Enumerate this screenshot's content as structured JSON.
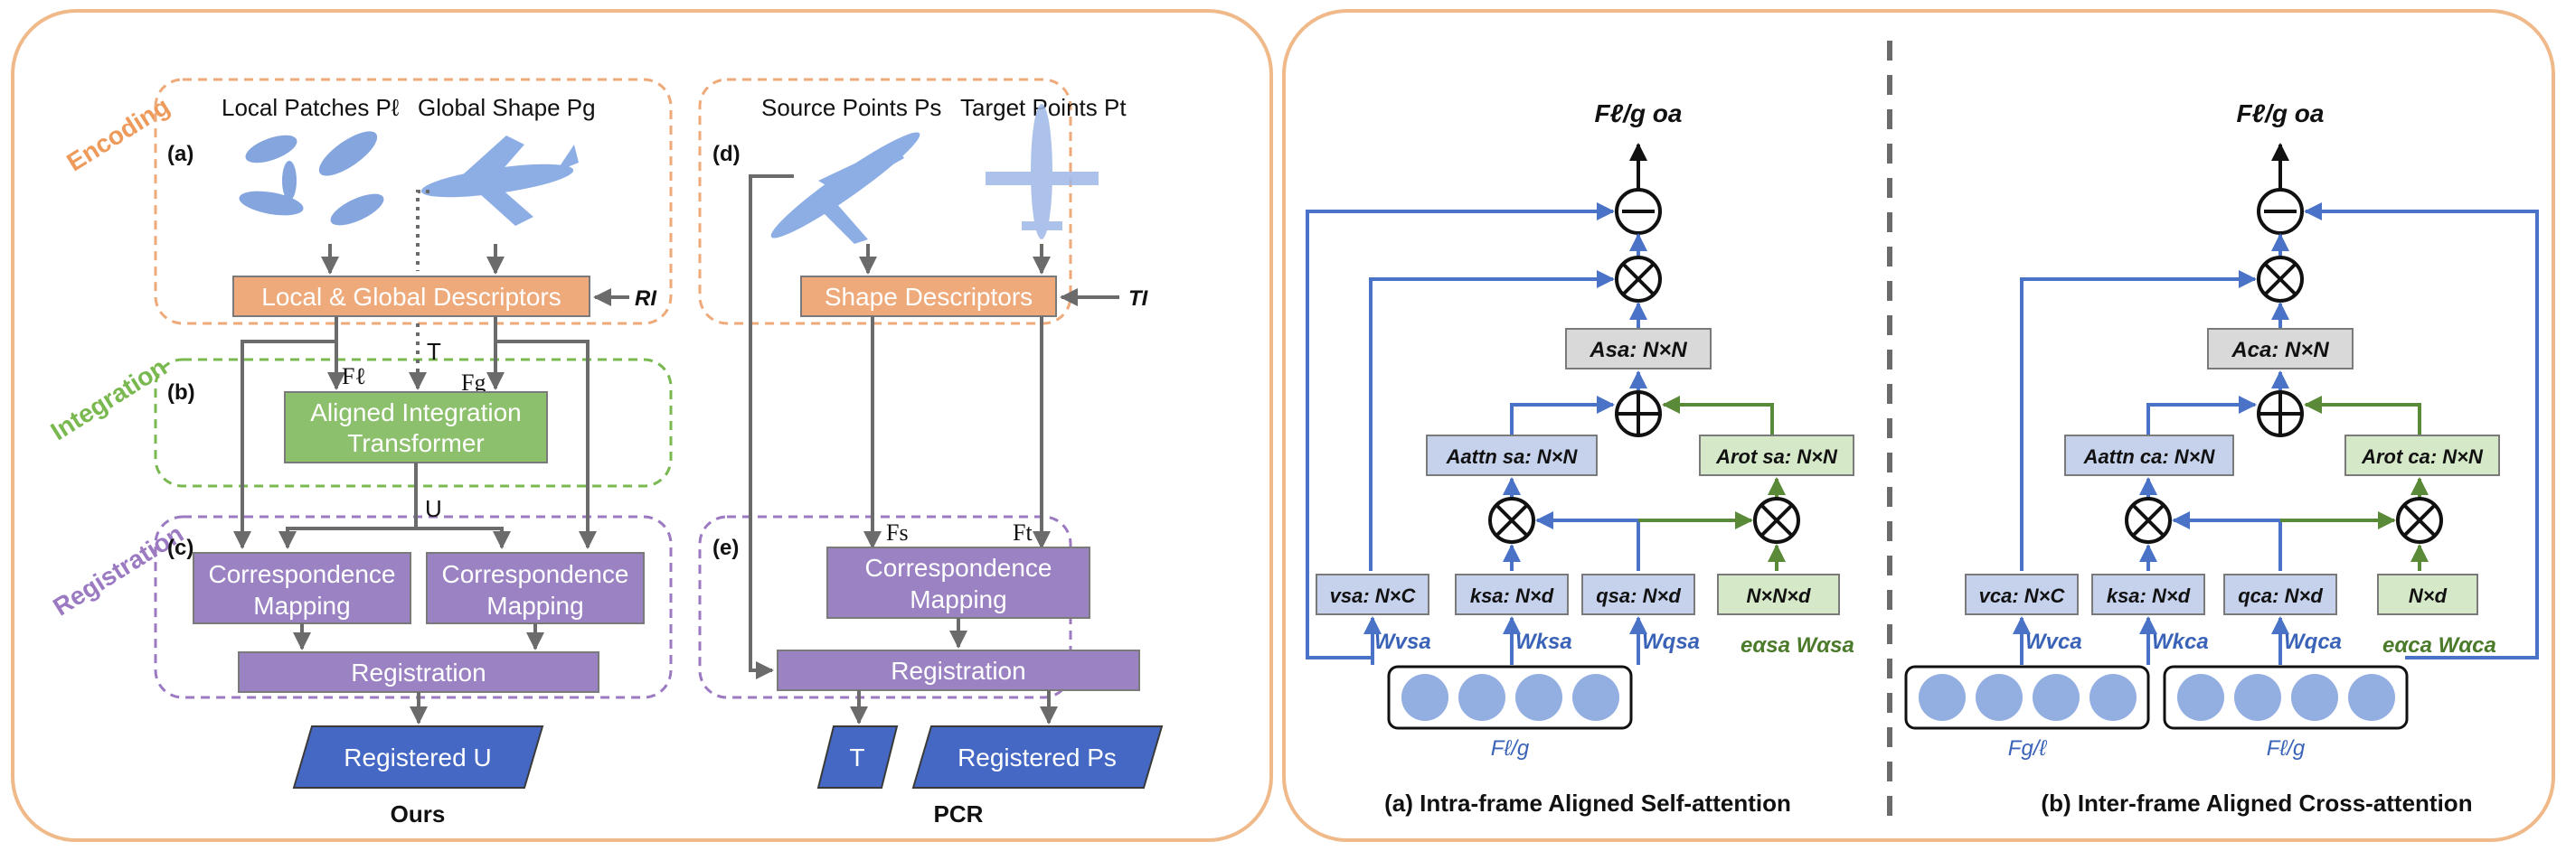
{
  "left_figure": {
    "stages": {
      "encoding": "Encoding",
      "integration": "Integration",
      "registration": "Registration"
    },
    "ours": {
      "panel_a": "(a)",
      "panel_b": "(b)",
      "panel_c": "(c)",
      "local_patches": "Local Patches Pℓ",
      "global_shape": "Global Shape Pg",
      "descriptors": "Local & Global Descriptors",
      "ri": "RI",
      "f_local": "Fℓ",
      "f_global": "Fg",
      "t_label": "T",
      "integration_line1": "Aligned Integration",
      "integration_line2": "Transformer",
      "u_label": "U",
      "corr_line1": "Correspondence",
      "corr_line2": "Mapping",
      "registration": "Registration",
      "registered": "Registered U",
      "caption": "Ours"
    },
    "pcr": {
      "panel_d": "(d)",
      "panel_e": "(e)",
      "source": "Source Points Ps",
      "target": "Target Points Pt",
      "descriptors": "Shape Descriptors",
      "ti": "TI",
      "fs": "Fs",
      "ft": "Ft",
      "corr_line1": "Correspondence",
      "corr_line2": "Mapping",
      "registration": "Registration",
      "t_out": "T",
      "registered": "Registered Ps",
      "caption": "PCR"
    }
  },
  "right_figure": {
    "self_attention": {
      "output": "Fℓ/g oa",
      "a_box": "Asa: N×N",
      "a_attn": "Aattn sa: N×N",
      "a_rot": "Arot sa: N×N",
      "v": "vsa: N×C",
      "k": "ksa: N×d",
      "q": "qsa: N×d",
      "e": "N×N×d",
      "wv": "Wvsa",
      "wk": "Wksa",
      "wq": "Wqsa",
      "ew": "eαsa Wαsa",
      "feature": "Fℓ/g",
      "caption": "(a) Intra-frame Aligned Self-attention"
    },
    "cross_attention": {
      "output": "Fℓ/g oa",
      "a_box": "Aca: N×N",
      "a_attn": "Aattn ca: N×N",
      "a_rot": "Arot ca: N×N",
      "v": "vca: N×C",
      "k": "ksa: N×d",
      "q": "qca: N×d",
      "e": "N×d",
      "wv": "Wvca",
      "wk": "Wkca",
      "wq": "Wqca",
      "ew": "eαca Wαca",
      "feature_left": "Fg/ℓ",
      "feature_right": "Fℓ/g",
      "caption": "(b) Inter-frame Aligned Cross-attention"
    }
  },
  "colors": {
    "orange_panel": "#f0b98a",
    "orange_box": "#eeaa7a",
    "green_box": "#8dc06c",
    "purple_box": "#9b82c2",
    "blue_box": "#4468c4",
    "encoding_text": "#ee9a5a",
    "integration_text": "#7ab850",
    "registration_text": "#9b7ac2",
    "gray_box": "#d9d9d9",
    "light_blue_box": "#c6d2ec",
    "light_green_box": "#d5e8c8",
    "circle_fill": "#93aee0"
  }
}
